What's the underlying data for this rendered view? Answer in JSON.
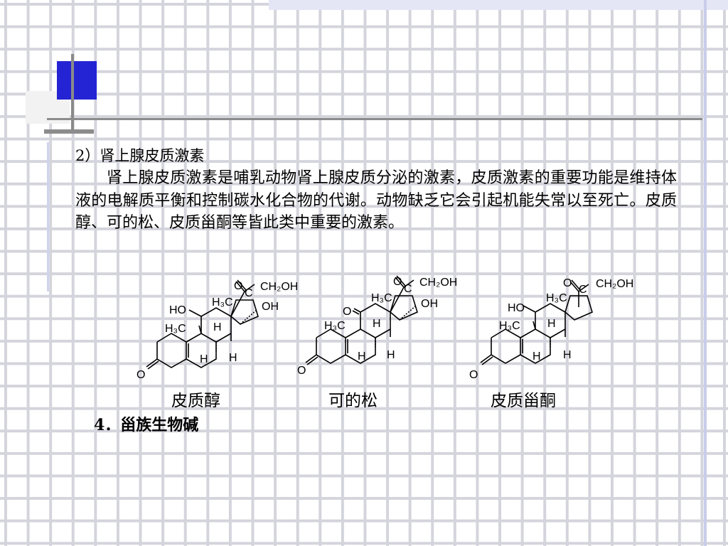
{
  "section": {
    "heading": "2）肾上腺皮质激素",
    "paragraph": "肾上腺皮质激素是哺乳动物肾上腺皮质分泌的激素，皮质激素的重要功能是维持体液的电解质平衡和控制碳水化合物的代谢。动物缺乏它会引起机能失常以至死亡。皮质醇、可的松、皮质甾酮等皆此类中重要的激素。"
  },
  "molecules": [
    {
      "name": "皮质醇"
    },
    {
      "name": "可的松"
    },
    {
      "name": "皮质甾酮"
    }
  ],
  "atoms": {
    "O": "O",
    "C": "C",
    "H": "H",
    "HO": "HO",
    "OH": "OH",
    "CH2OH": "CH₂OH",
    "H3C": "H₃C"
  },
  "next_section": {
    "heading": "4．甾族生物碱"
  }
}
